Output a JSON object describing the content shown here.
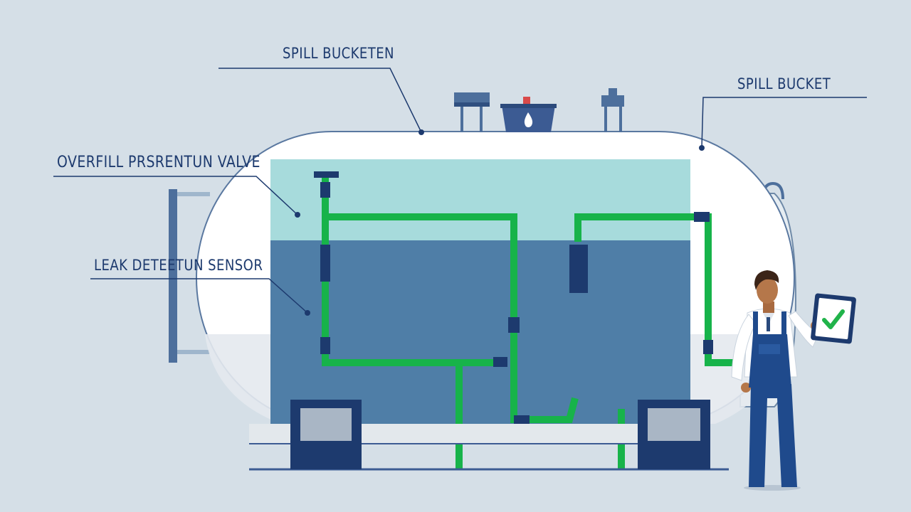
{
  "callouts": {
    "spill_bucket_top": "SPILL BUCKETEN",
    "spill_bucket_right": "SPILL BUCKET",
    "overfill_valve": "OVERFILL PRSRENTUN VALVE",
    "leak_sensor": "LEAK DETEETUN SENSOR"
  },
  "icons": {
    "clipboard_mark": "checkmark-icon"
  },
  "colors": {
    "background": "#d5dfe7",
    "tank_shell": "#ffffff",
    "liquid_upper": "#a7dbdc",
    "liquid_lower": "#4f7ea7",
    "pipe_green": "#17b34a",
    "navy": "#1d3a6e",
    "check_green": "#21b34a"
  }
}
